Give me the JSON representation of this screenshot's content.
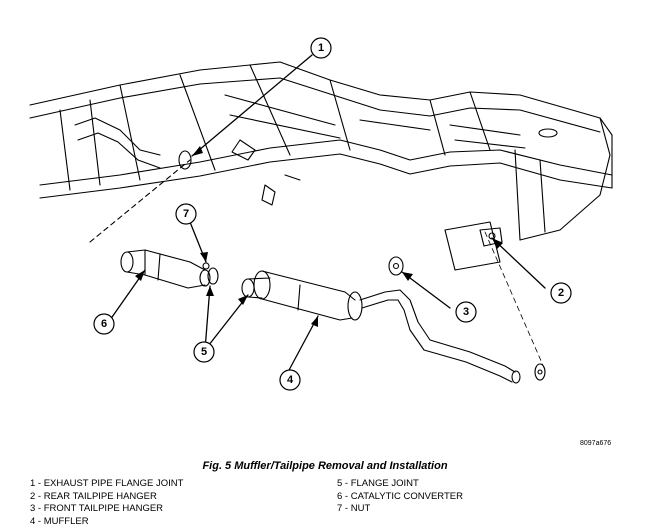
{
  "figure": {
    "callouts": [
      "1",
      "2",
      "3",
      "4",
      "5",
      "5",
      "6",
      "7"
    ],
    "reference_code": "8097a676"
  },
  "caption": "Fig. 5 Muffler/Tailpipe Removal and Installation",
  "legend": {
    "left": [
      "1 - EXHAUST PIPE FLANGE JOINT",
      "2 - REAR TAILPIPE HANGER",
      "3 - FRONT TAILPIPE HANGER",
      "4 - MUFFLER"
    ],
    "right": [
      "5 - FLANGE JOINT",
      "6 - CATALYTIC CONVERTER",
      "7 - NUT"
    ]
  }
}
